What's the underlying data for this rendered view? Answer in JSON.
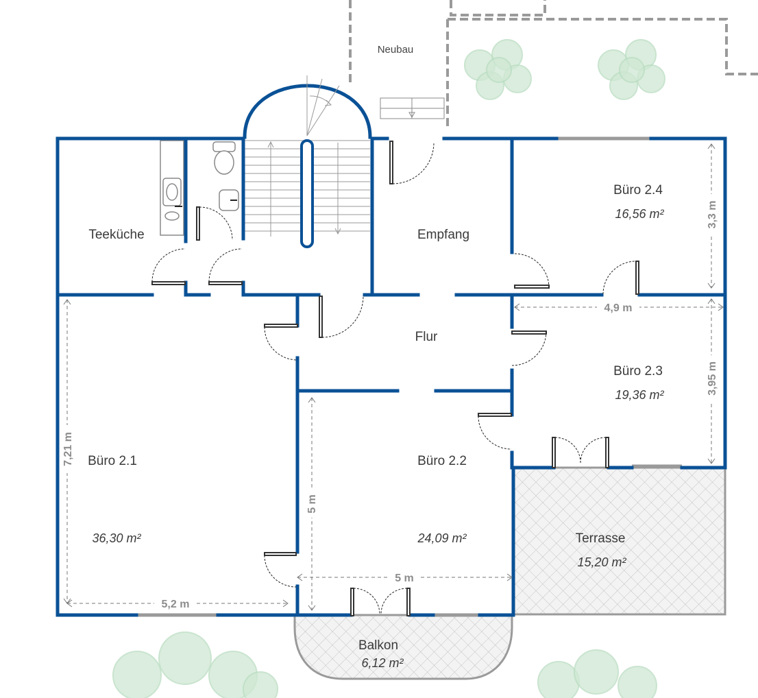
{
  "rooms": {
    "neubau": {
      "label": "Neubau"
    },
    "teekueche": {
      "label": "Teeküche"
    },
    "empfang": {
      "label": "Empfang"
    },
    "flur": {
      "label": "Flur"
    },
    "buero_2_1": {
      "label": "Büro 2.1",
      "area": "36,30 m²"
    },
    "buero_2_2": {
      "label": "Büro 2.2",
      "area": "24,09 m²"
    },
    "buero_2_3": {
      "label": "Büro 2.3",
      "area": "19,36 m²"
    },
    "buero_2_4": {
      "label": "Büro 2.4",
      "area": "16,56 m²"
    },
    "terrasse": {
      "label": "Terrasse",
      "area": "15,20 m²"
    },
    "balkon": {
      "label": "Balkon",
      "area": "6,12 m²"
    }
  },
  "dimensions": {
    "b21_width": "5,2 m",
    "b21_height": "7,21 m",
    "b22_width": "5 m",
    "b22_height": "5 m",
    "b23_height": "3,95 m",
    "b24_height": "3,3 m",
    "b24_width": "4,9 m"
  },
  "colors": {
    "wall": "#0a5196",
    "window": "#9a9a9a",
    "tree": "#cfe8d4"
  }
}
